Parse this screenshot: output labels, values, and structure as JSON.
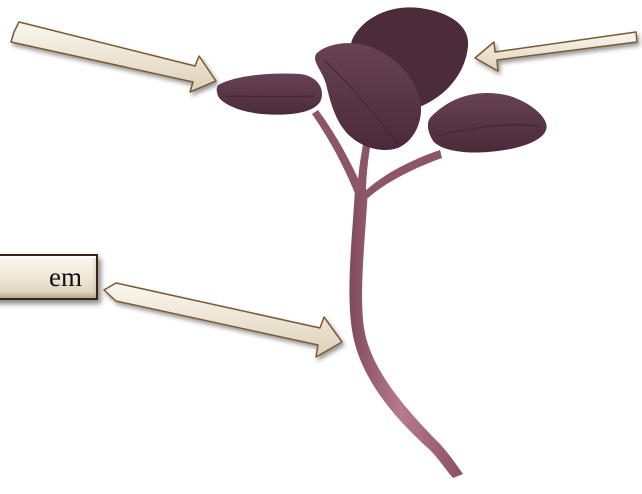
{
  "diagram": {
    "labels": [
      {
        "id": "stem",
        "text": "em"
      }
    ],
    "arrows": [
      {
        "id": "arrow-to-left-leaf"
      },
      {
        "id": "arrow-to-top-leaf"
      },
      {
        "id": "arrow-to-stem"
      }
    ]
  },
  "colors": {
    "leaf": "#5a3446",
    "leaf_shadow": "#3e2232",
    "stem": "#a7687c",
    "arrow_fill": "#e9dfcf",
    "arrow_stroke": "#7a5a36",
    "label_border": "#3b2416"
  }
}
